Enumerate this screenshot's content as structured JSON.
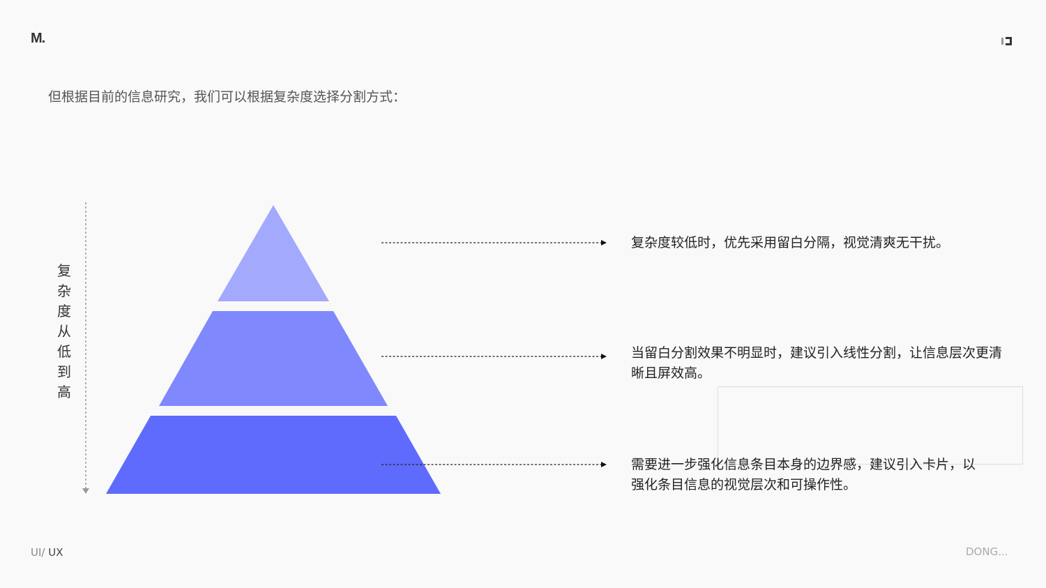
{
  "logo": "M.",
  "heading": "但根据目前的信息研究，我们可以根据复杂度选择分割方式：",
  "axis_label": "复杂度从低到高",
  "tiers": [
    {
      "level": "low",
      "color": "#a3a9fd",
      "description": "复杂度较低时，优先采用留白分隔，视觉清爽无干扰。"
    },
    {
      "level": "medium",
      "color": "#7f88fd",
      "description": "当留白分割效果不明显时，建议引入线性分割，让信息层次更清晰且屏效高。"
    },
    {
      "level": "high",
      "color": "#5f6bfd",
      "description": "需要进一步强化信息条目本身的边界感，建议引入卡片，以强化条目信息的视觉层次和可操作性。"
    }
  ],
  "footer": {
    "left_prefix": "UI/",
    "left_main": " UX",
    "right": "DONG..."
  }
}
